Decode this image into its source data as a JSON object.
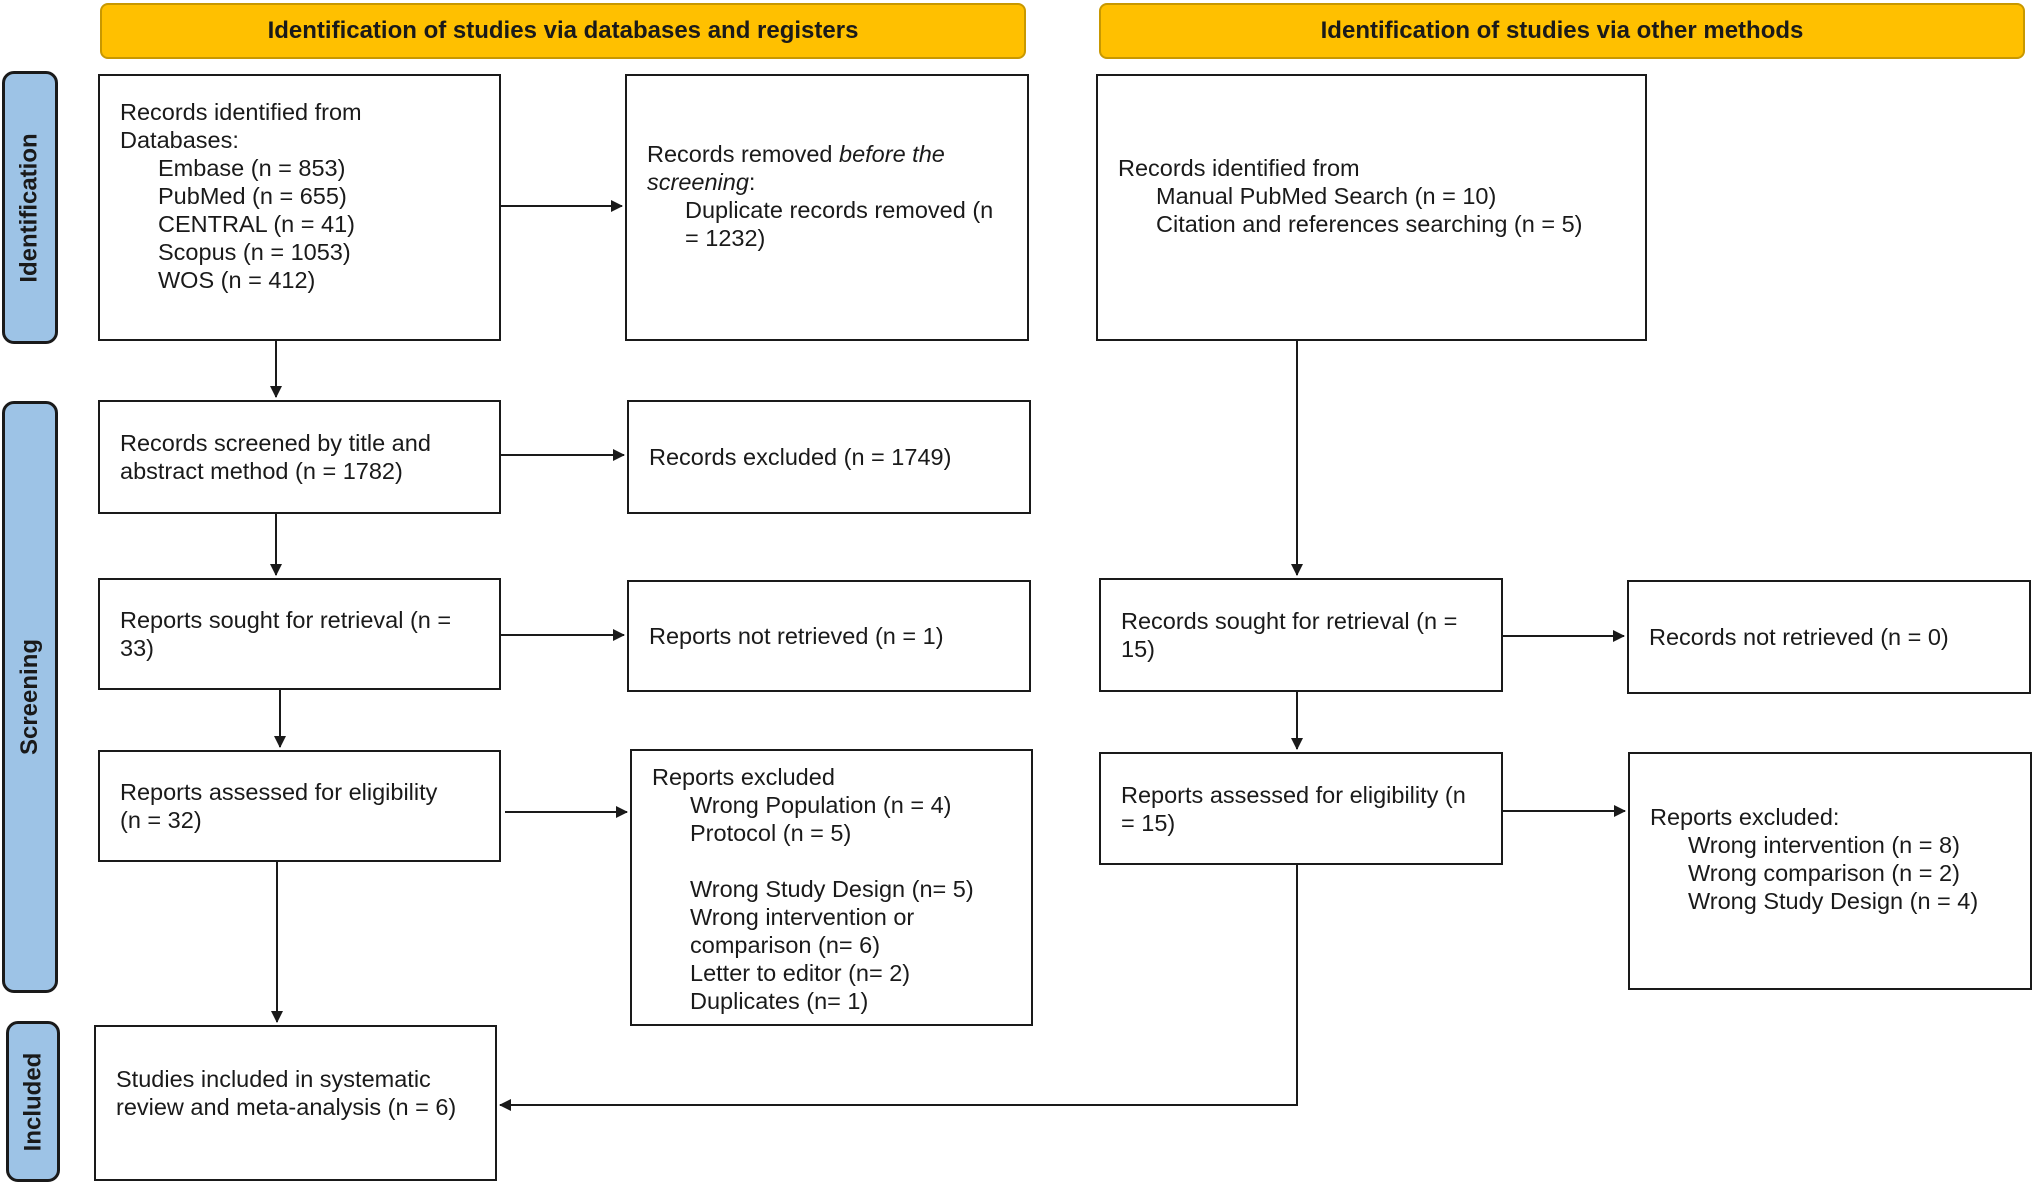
{
  "headers": {
    "databases": "Identification of studies via databases and registers",
    "other": "Identification of studies via other methods"
  },
  "stages": {
    "identification": "Identification",
    "screening": "Screening",
    "included": "Included"
  },
  "db": {
    "identified": {
      "title1": "Records identified from",
      "title2": "Databases:",
      "sources": [
        "Embase (n = 853)",
        "PubMed (n = 655)",
        "CENTRAL (n = 41)",
        "Scopus (n = 1053)",
        "WOS (n = 412)"
      ]
    },
    "removed": {
      "prefix": "Records removed ",
      "italic1": "before the",
      "italic2": "screening",
      "suffix": ":",
      "detail1": "Duplicate records removed (n",
      "detail2": "= 1232)"
    },
    "screened": {
      "line1": "Records screened by title and",
      "line2": "abstract method (n = 1782)"
    },
    "excluded": "Records excluded (n = 1749)",
    "sought": {
      "line1": "Reports sought for retrieval (n =",
      "line2": "33)"
    },
    "not_retrieved": "Reports not retrieved (n = 1)",
    "assessed": {
      "line1": "Reports assessed for eligibility",
      "line2": "(n = 32)"
    },
    "reports_excluded": {
      "title": "Reports excluded",
      "reasons": [
        "Wrong Population (n = 4)",
        "Protocol (n = 5)",
        "",
        "Wrong Study Design (n= 5)",
        "Wrong intervention or",
        "comparison (n= 6)",
        "Letter to editor (n= 2)",
        "Duplicates (n= 1)"
      ]
    },
    "included": {
      "line1": "Studies included in systematic",
      "line2": "review and meta-analysis (n = 6)"
    }
  },
  "other": {
    "identified": {
      "title": "Records identified from",
      "sources": [
        "Manual PubMed Search (n = 10)",
        "Citation and references searching (n = 5)"
      ]
    },
    "sought": {
      "line1": "Records sought for retrieval (n =",
      "line2": "15)"
    },
    "not_retrieved": "Records not retrieved (n = 0)",
    "assessed": {
      "line1": "Reports assessed for eligibility (n",
      "line2": "= 15)"
    },
    "reports_excluded": {
      "title": "Reports excluded:",
      "reasons": [
        "Wrong intervention (n = 8)",
        "Wrong comparison (n = 2)",
        "Wrong Study Design (n = 4)"
      ]
    }
  },
  "colors": {
    "header_fill": "#ffc000",
    "stage_fill": "#9dc3e6",
    "line": "#1a1a1a"
  }
}
